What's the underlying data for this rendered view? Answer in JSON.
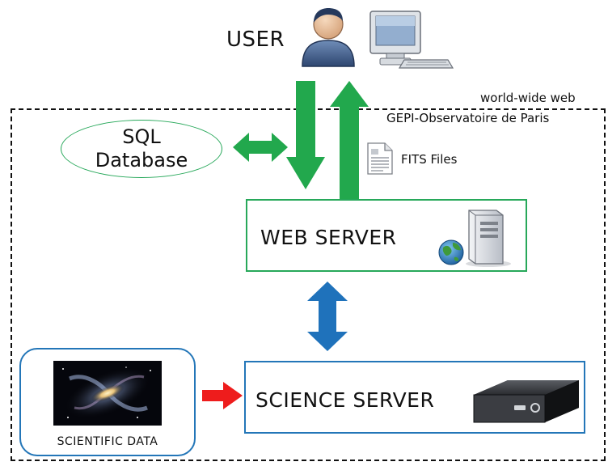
{
  "labels": {
    "user": "USER",
    "world_wide_web": "world-wide web",
    "gepi": "GEPI-Observatoire de Paris",
    "fits_files": "FITS Files"
  },
  "sql_database": {
    "line1": "SQL",
    "line2": "Database"
  },
  "web_server": {
    "label": "WEB SERVER"
  },
  "science_server": {
    "label": "SCIENCE SERVER"
  },
  "scientific_data": {
    "label": "SCIENTIFIC DATA"
  },
  "colors": {
    "green": "#22a84d",
    "blue": "#1f72bb",
    "red": "#ee1c1c",
    "green_border": "#27a85a",
    "blue_border": "#2376b8"
  }
}
